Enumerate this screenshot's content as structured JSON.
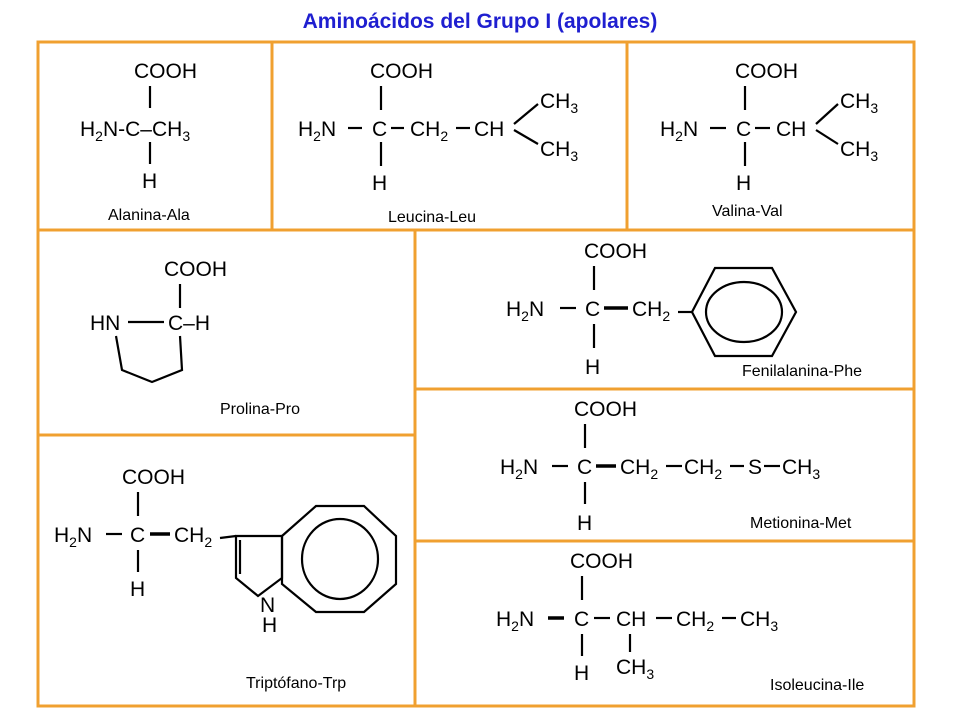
{
  "title": "Aminoácidos del Grupo I (apolares)",
  "colors": {
    "frame": "#f0a030",
    "caption": "#1f1fd0"
  },
  "chem": {
    "cooh": "COOH",
    "h2n": "H",
    "two": "2",
    "n": "N",
    "nmh": "N-",
    "dash": "–",
    "c": "C",
    "h": "H",
    "ch": "CH",
    "three": "3",
    "hn": "HN",
    "s": "S",
    "ch_h": "C–H",
    "c_dash": "C–",
    "ch2": "CH"
  },
  "cards": [
    {
      "name": "Alanina-Ala"
    },
    {
      "name": "Leucina-Leu"
    },
    {
      "name": "Valina-Val"
    },
    {
      "name": "Prolina-Pro"
    },
    {
      "name": "Fenilalanina-Phe"
    },
    {
      "name": "Metionina-Met"
    },
    {
      "name": "Triptófano-Trp"
    },
    {
      "name": "Isoleucina-Ile"
    }
  ]
}
